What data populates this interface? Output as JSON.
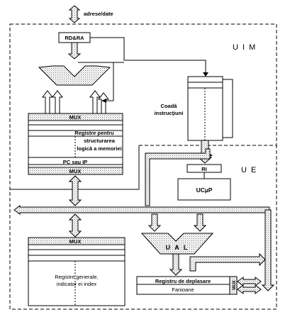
{
  "bus": {
    "address_data": "adrese/date"
  },
  "uim": {
    "title": "U I M",
    "rd_ra": "RD&RA",
    "queue_line1": "Coadă",
    "queue_line2": "instrucţiuni",
    "register_block": {
      "mux_top": "MUX",
      "reg_line1": "Registre pentru",
      "reg_line2": "structurarea",
      "reg_line3": "logică a memoriei",
      "pc": "PC sau IP",
      "mux_bottom": "MUX"
    }
  },
  "ue": {
    "title": "U E",
    "ri": "RI",
    "ucp": "UCµP",
    "ual": "U A L",
    "general_regs": {
      "mux": "MUX",
      "line1": "Registre   generale,",
      "line2": "indicator ei index"
    },
    "shift_register": "Registru de deplasare",
    "flags": "Fanioane",
    "mux_vertical": "MUX"
  },
  "colors": {
    "line": "#000000",
    "background": "#ffffff",
    "hatch": "#aaaaaa"
  }
}
